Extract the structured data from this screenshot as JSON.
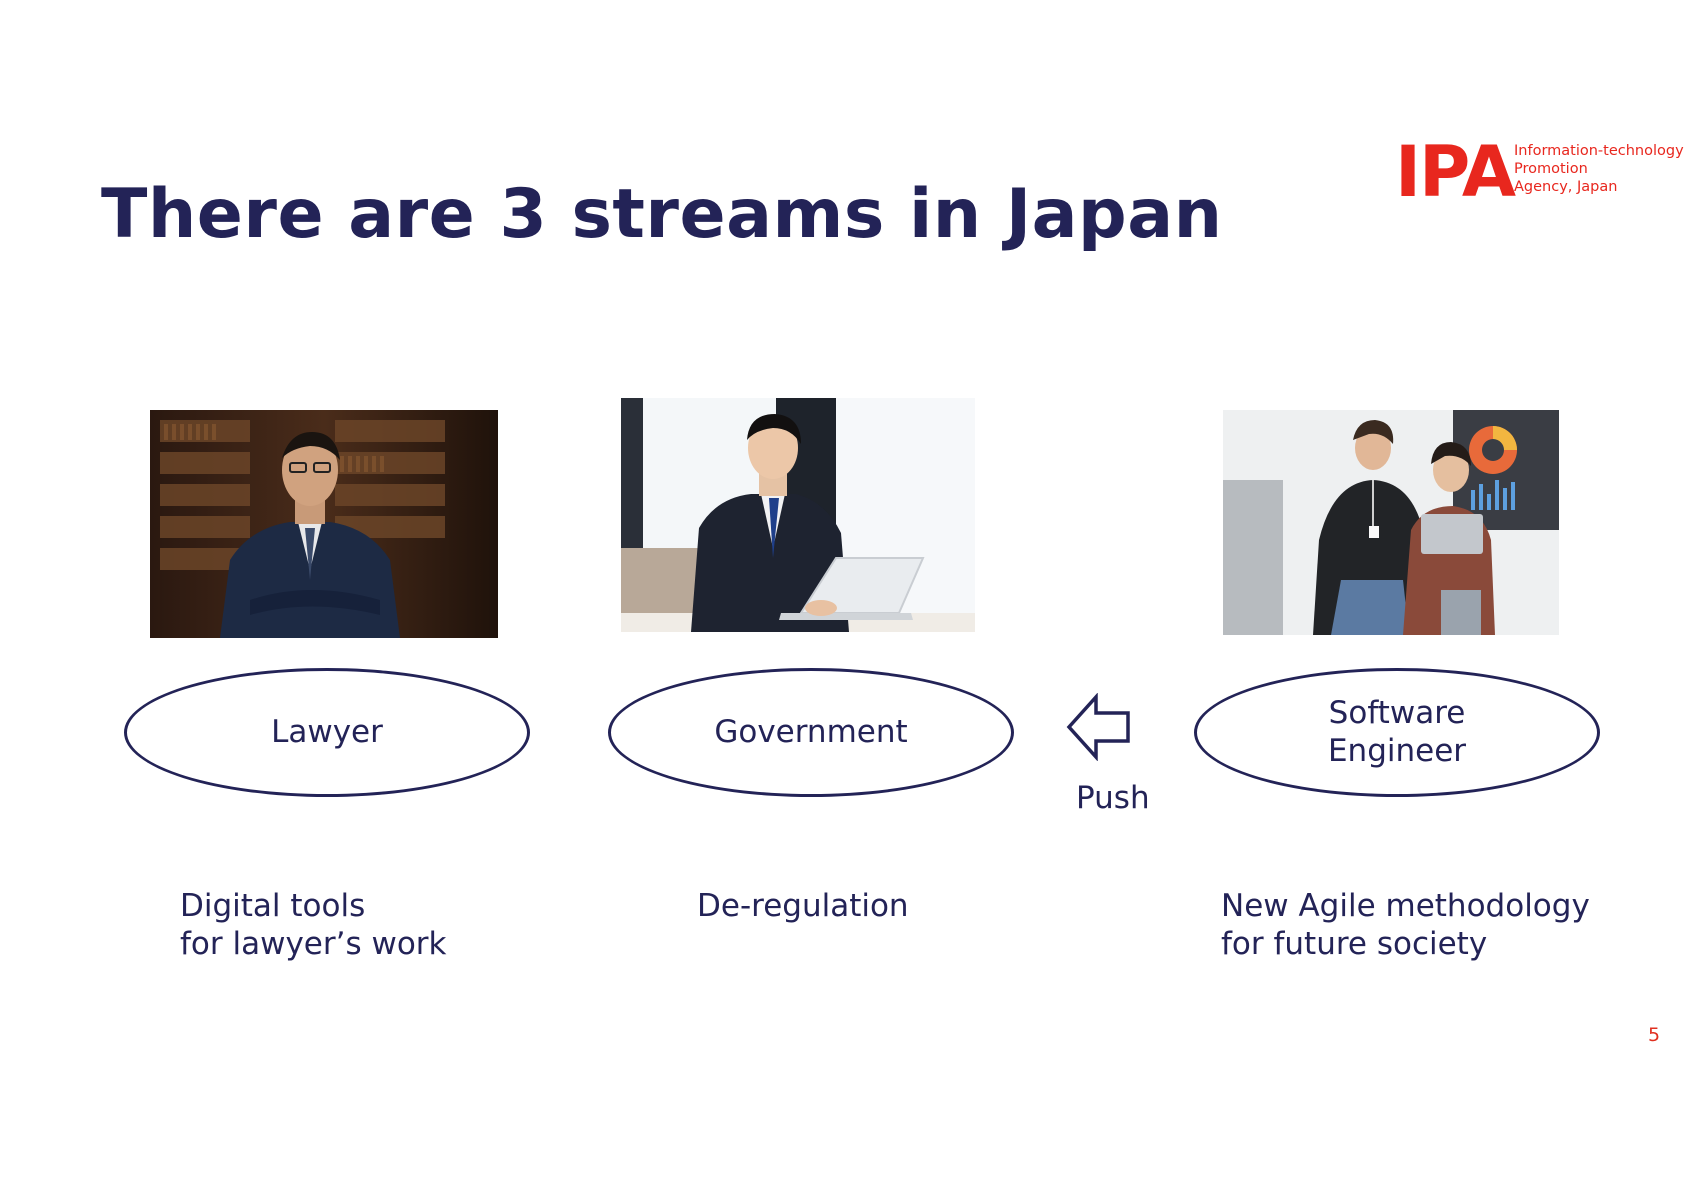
{
  "slide": {
    "title": "There are 3 streams in Japan",
    "page_number": "5"
  },
  "logo": {
    "mark": "IPA",
    "line1": "Information-technology",
    "line2": "Promotion",
    "line3": "Agency, Japan",
    "color": "#e8271e"
  },
  "streams": [
    {
      "label_line1": "Lawyer",
      "label_line2": "",
      "desc_line1": "Digital tools",
      "desc_line2": "for lawyer’s work",
      "photo": "lawyer-photo"
    },
    {
      "label_line1": "Government",
      "label_line2": "",
      "desc_line1": "De-regulation",
      "desc_line2": "",
      "photo": "government-photo"
    },
    {
      "label_line1": "Software",
      "label_line2": "Engineer",
      "desc_line1": "New Agile methodology",
      "desc_line2": "for future society",
      "photo": "engineers-photo"
    }
  ],
  "arrow": {
    "label": "Push",
    "icon": "left-arrow-icon"
  },
  "colors": {
    "primary": "#232357",
    "accent": "#e8271e"
  }
}
